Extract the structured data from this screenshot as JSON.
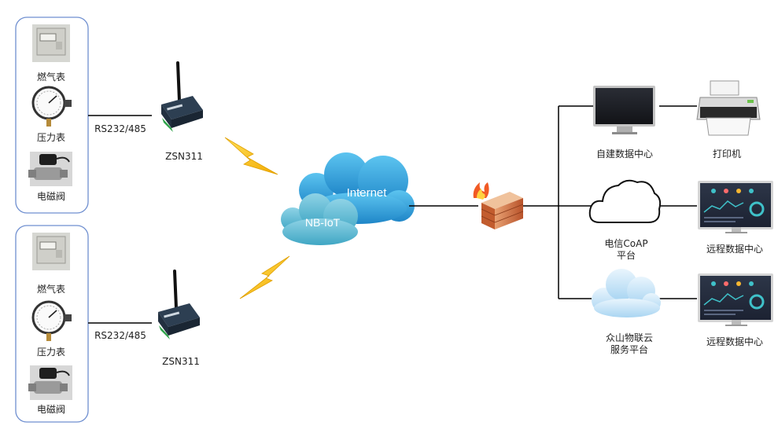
{
  "sensor_groups": [
    {
      "items": [
        "燃气表",
        "压力表",
        "电磁阀"
      ],
      "link_label": "RS232/485",
      "device_label": "ZSN311"
    },
    {
      "items": [
        "燃气表",
        "压力表",
        "电磁阀"
      ],
      "link_label": "RS232/485",
      "device_label": "ZSN311"
    }
  ],
  "network": {
    "internet": "Internet",
    "nbiot": "NB-IoT"
  },
  "endpoints": {
    "self_dc": "自建数据中心",
    "printer": "打印机",
    "telecom": [
      "电信CoAP",
      "平台"
    ],
    "remote1": "远程数据中心",
    "zsiot": [
      "众山物联云",
      "服务平台"
    ],
    "remote2": "远程数据中心"
  },
  "colors": {
    "panel_border": "#6f8fd0",
    "cloud_blue": "#2a9ad8",
    "cloud_teal": "#5ab7cf",
    "bolt": "#f6c60c",
    "firewall": "#c9552b"
  }
}
